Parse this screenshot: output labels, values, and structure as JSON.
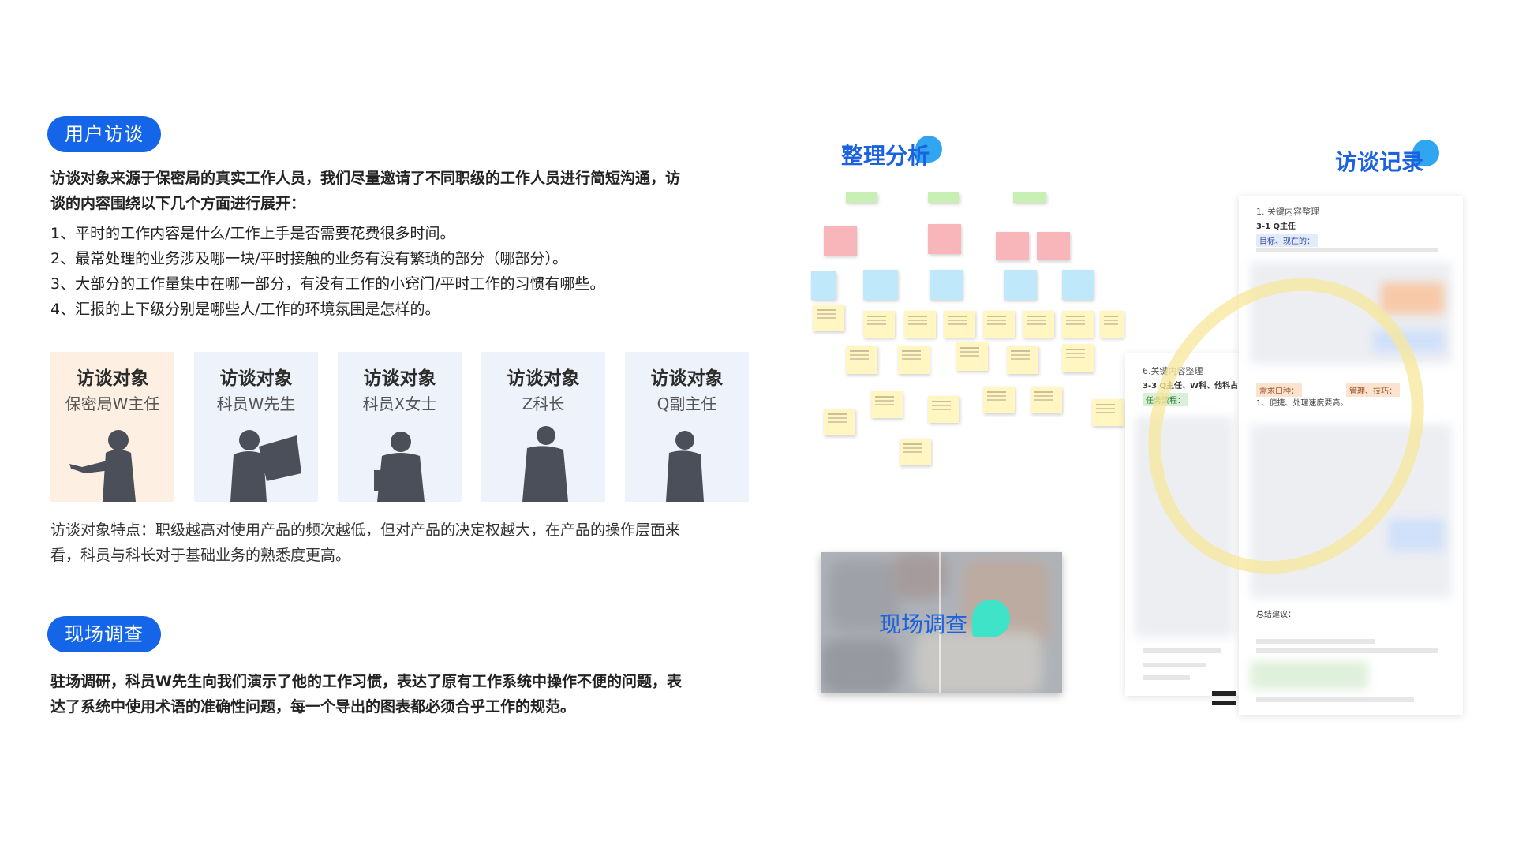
{
  "section1": {
    "label": "用户访谈",
    "intro": [
      "访谈对象来源于保密局的真实工作人员，我们尽量邀请了不同职级的工作人员进行简短沟通，访",
      "谈的内容围绕以下几个方面进行展开："
    ],
    "items": [
      "1、平时的工作内容是什么/工作上手是否需要花费很多时间。",
      "2、最常处理的业务涉及哪一块/平时接触的业务有没有繁琐的部分（哪部分）。",
      "3、大部分的工作量集中在哪一部分，有没有工作的小窍门/平时工作的习惯有哪些。",
      "4、汇报的上下级分别是哪些人/工作的环境氛围是怎样的。"
    ],
    "cards": [
      {
        "title": "访谈对象",
        "name": "保密局W主任"
      },
      {
        "title": "访谈对象",
        "name": "科员W先生"
      },
      {
        "title": "访谈对象",
        "name": "科员X女士"
      },
      {
        "title": "访谈对象",
        "name": "Z科长"
      },
      {
        "title": "访谈对象",
        "name": "Q副主任"
      }
    ],
    "summary": [
      "访谈对象特点：职级越高对使用产品的频次越低，但对产品的决定权越大，在产品的操作层面来",
      "看，科员与科长对于基础业务的熟悉度更高。"
    ]
  },
  "section2": {
    "label": "现场调查",
    "text": [
      "驻场调研，科员W先生向我们演示了他的工作习惯，表达了原有工作系统中操作不便的问题，表",
      "达了系统中使用术语的准确性问题，每一个导出的图表都必须合乎工作的规范。"
    ]
  },
  "right": {
    "analysis_title": "整理分析",
    "record_title": "访谈记录",
    "onsite_title": "现场调查",
    "doc1": {
      "heading": "1. 关键内容整理",
      "sub": "3-1 Q主任",
      "tag": "目标、现在的：",
      "mid1": "需求口种：",
      "mid2": "管理、技巧：",
      "line": "1、便捷、处理速度要高。",
      "foot": "总结建议："
    },
    "doc2": {
      "heading": "6.关键内容整理",
      "sub": "3-3 Q主任、W科、他科占",
      "tag": "任务流程："
    }
  },
  "colors": {
    "accent": "#1565e8",
    "title_blue": "#1a62e0",
    "badge_blue": "#2fa6ef",
    "badge_teal": "#3ee3c8",
    "card_warm": "#fdf0e2",
    "card_cool": "#eef2fa",
    "silhouette": "#4a4f59",
    "highlight_ring": "#f7e79a"
  },
  "icons": [
    "person-silhouette",
    "sticky-note",
    "document"
  ]
}
